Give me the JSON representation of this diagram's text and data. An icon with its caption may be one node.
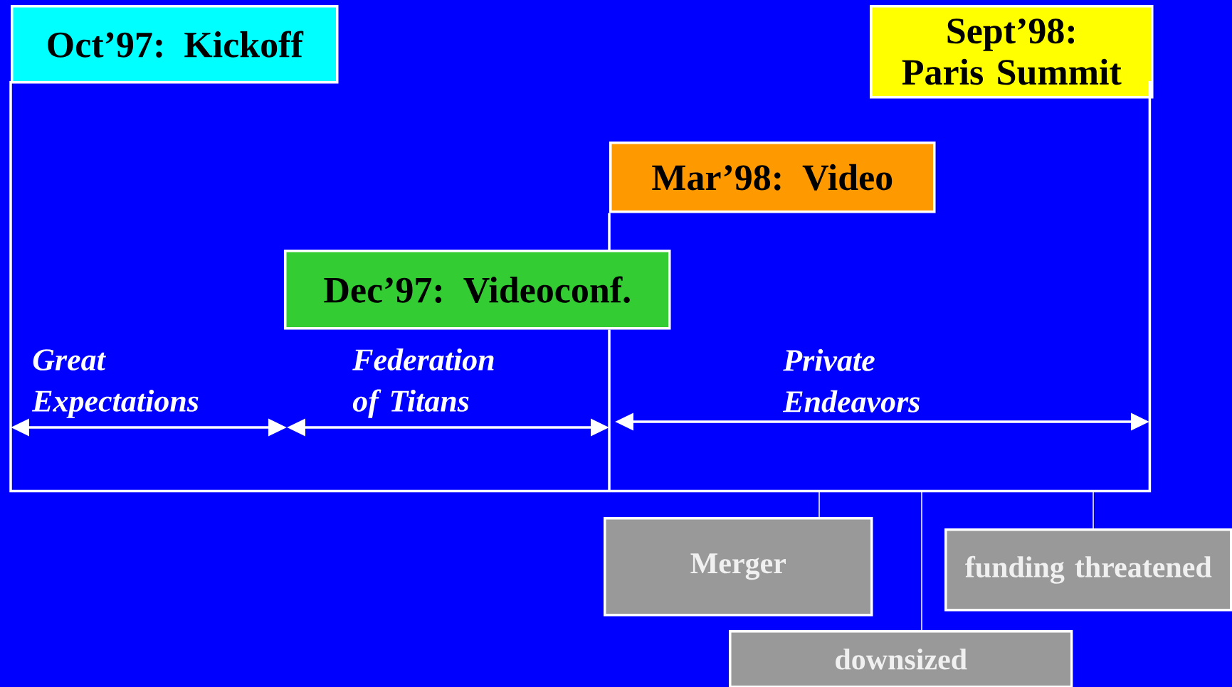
{
  "diagram": {
    "nodes": [
      {
        "text": [
          "Oct’97: Kickoff"
        ]
      },
      {
        "text": [
          "Sept’98: Paris Summit"
        ]
      },
      {
        "text": [
          "Mar’98: Video"
        ],
        "in": 7
      },
      {
        "text": [
          "Dec’97: Videoconf."
        ],
        "in": 7
      },
      {
        "text": [
          "Merger"
        ]
      },
      {
        "text": [
          "funding threatened"
        ]
      },
      {
        "text": [
          "downsized"
        ]
      },
      {
        "text": [],
        "shape": "box"
      }
    ],
    "edges": [
      {
        "from": 4,
        "to": 7,
        "arrow": "none"
      },
      {
        "from": 5,
        "to": 7,
        "arrow": "none"
      },
      {
        "from": 6,
        "to": 7,
        "arrow": "none"
      },
      {
        "from": 2,
        "to": 3,
        "arrow": "none"
      },
      {
        "from": 3,
        "to": 7,
        "arrow": "none"
      }
    ],
    "labels": [
      "Great Expectations",
      "Federation of Titans",
      "Private Endeavors"
    ]
  }
}
